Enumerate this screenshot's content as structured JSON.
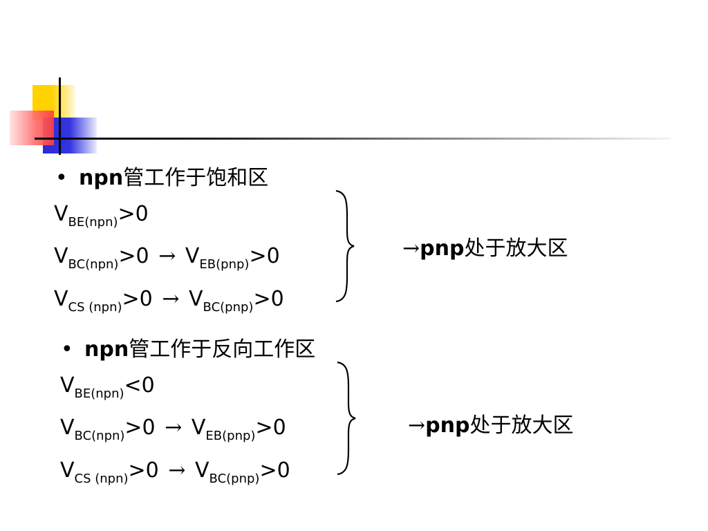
{
  "section1": {
    "bullet": "•",
    "heading_latin": "npn",
    "heading_cjk": "管工作于饱和区",
    "eq1": {
      "base": "V",
      "sub": "BE(npn)",
      "rel": ">0"
    },
    "eq2": {
      "base": "V",
      "sub": "BC(npn)",
      "rel": ">0",
      "arrow": "→",
      "base2": "V",
      "sub2": "EB(pnp)",
      "rel2": ">0"
    },
    "eq3": {
      "base": "V",
      "sub": "CS (npn)",
      "rel": ">0",
      "arrow": "→",
      "base2": "V",
      "sub2": "BC(pnp)",
      "rel2": ">0"
    },
    "result": {
      "arrow": "→",
      "latin": "pnp",
      "cjk": "处于放大区"
    }
  },
  "section2": {
    "bullet": "•",
    "heading_latin": "npn",
    "heading_cjk": "管工作于反向工作区",
    "eq1": {
      "base": "V",
      "sub": "BE(npn)",
      "rel": "<0"
    },
    "eq2": {
      "base": "V",
      "sub": "BC(npn)",
      "rel": ">0",
      "arrow": "→",
      "base2": "V",
      "sub2": "EB(pnp)",
      "rel2": ">0"
    },
    "eq3": {
      "base": "V",
      "sub": "CS (npn)",
      "rel": ">0",
      "arrow": "→",
      "base2": "V",
      "sub2": "BC(pnp)",
      "rel2": ">0"
    },
    "result": {
      "arrow": "→",
      "latin": "pnp",
      "cjk": "处于放大区"
    }
  }
}
